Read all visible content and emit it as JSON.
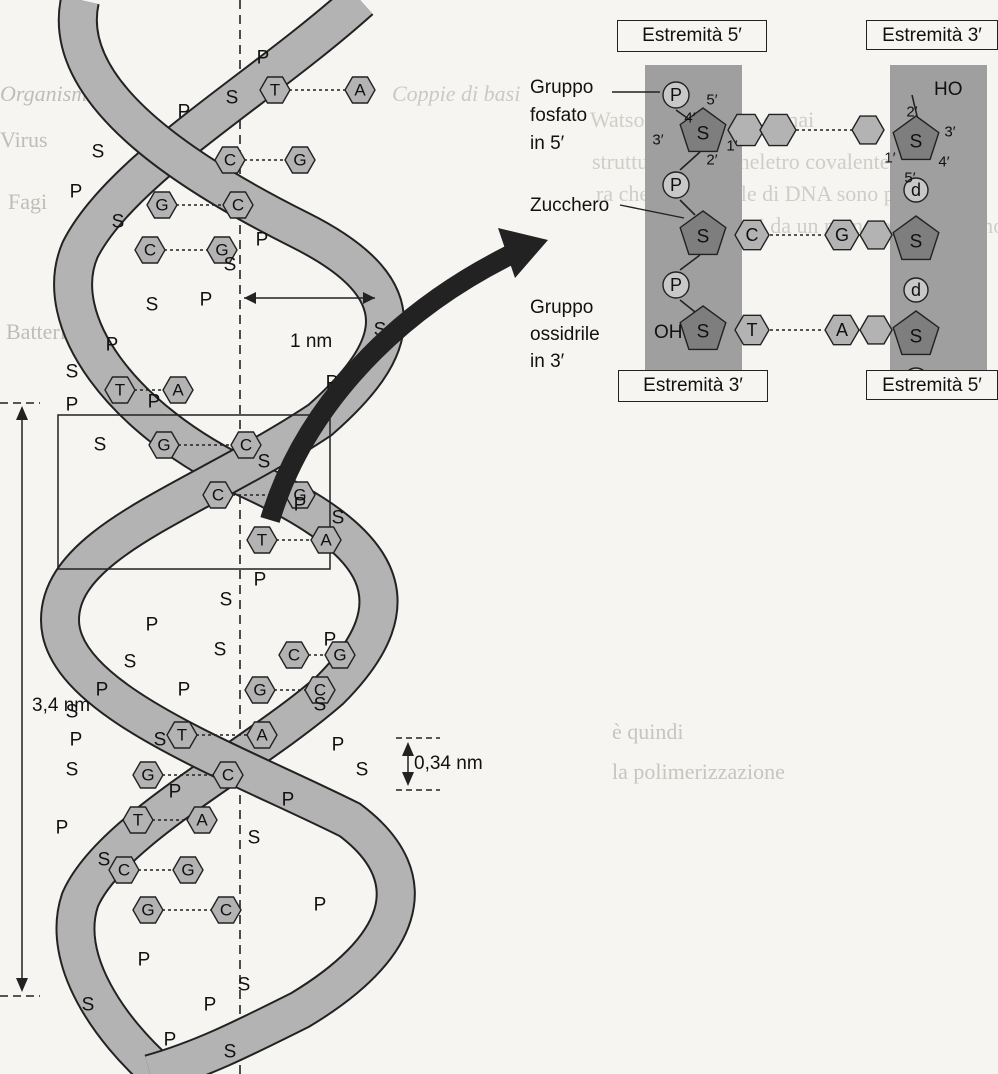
{
  "left_strand": {
    "p_label": "P",
    "s_label": "S",
    "pairs": [
      {
        "l": "T",
        "r": "A"
      },
      {
        "l": "C",
        "r": "G"
      },
      {
        "l": "G",
        "r": "C"
      },
      {
        "l": "C",
        "r": "G"
      },
      {
        "l": "T",
        "r": "A"
      },
      {
        "l": "G",
        "r": "C"
      },
      {
        "l": "C",
        "r": "G"
      },
      {
        "l": "T",
        "r": "A"
      },
      {
        "l": "C",
        "r": "G"
      },
      {
        "l": "G",
        "r": "C"
      },
      {
        "l": "T",
        "r": "A"
      },
      {
        "l": "G",
        "r": "C"
      },
      {
        "l": "T",
        "r": "A"
      },
      {
        "l": "C",
        "r": "G"
      },
      {
        "l": "G",
        "r": "C"
      }
    ],
    "measure_1nm": "1 nm",
    "measure_34": "3,4 nm",
    "measure_034": "0,34 nm"
  },
  "right_detail": {
    "top_left_box": "Estremità 5′",
    "top_right_box": "Estremità 3′",
    "bottom_left_box": "Estremità 3′",
    "bottom_right_box": "Estremità 5′",
    "gruppo_fosfato": [
      "Gruppo",
      "fosfato",
      "in 5′"
    ],
    "zucchero": "Zucchero",
    "gruppo_ossidrile": [
      "Gruppo",
      "ossidrile",
      "in 3′"
    ],
    "oh": "OH",
    "ho": "HO",
    "p": "P",
    "s": "S",
    "d": "d",
    "bases_left": [
      "C",
      "T"
    ],
    "bases_right": [
      "G",
      "A"
    ],
    "primes_left": [
      "5′",
      "4′",
      "3′",
      "2′",
      "1′"
    ],
    "primes_right": [
      "2′",
      "3′",
      "1′",
      "4′",
      "5′"
    ]
  },
  "background_text": [
    "Organismo",
    "Virus",
    "Fagi",
    "Batteri",
    "Watson e Crick era ormai",
    "struttura dello scheletro covalente del DNA",
    "ra che le molecole di DNA sono polimeri",
    "formati da un numero grandissimo di",
    "Coppie di basi",
    "è quindi",
    "la polimerizzazione"
  ],
  "colors": {
    "strand": "#b3b3b3",
    "strand_edge": "#222222",
    "shade": "#9a9a9a",
    "bg": "#f6f5f2"
  }
}
